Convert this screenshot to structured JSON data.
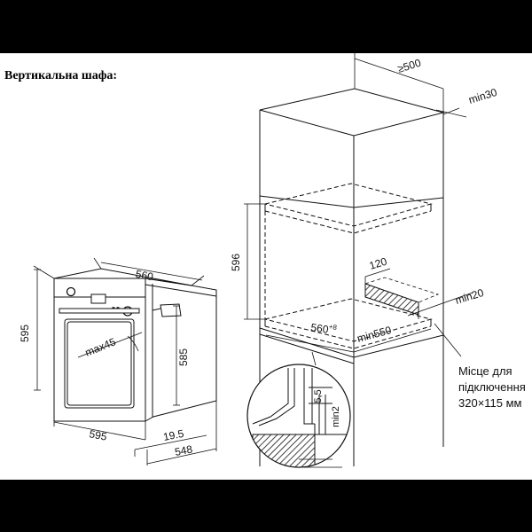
{
  "title": "Вертикальна шафа:",
  "oven_dims": {
    "width": "560",
    "height": "595",
    "front_width": "595",
    "inner_height": "585",
    "depth": "548",
    "front_thickness": "19.5",
    "max_angle": "max45"
  },
  "cabinet_dims": {
    "depth": "≥500",
    "top_gap": "min30",
    "niche_height": "596",
    "vent_opening": "120",
    "rear_gap": "min20",
    "niche_width": "560",
    "niche_width_tolerance": "+8",
    "niche_depth": "min550",
    "detail_gap": "5,5",
    "detail_min": "min2"
  },
  "connection_note": [
    "Місце для",
    "підключення",
    "320×115 мм"
  ]
}
